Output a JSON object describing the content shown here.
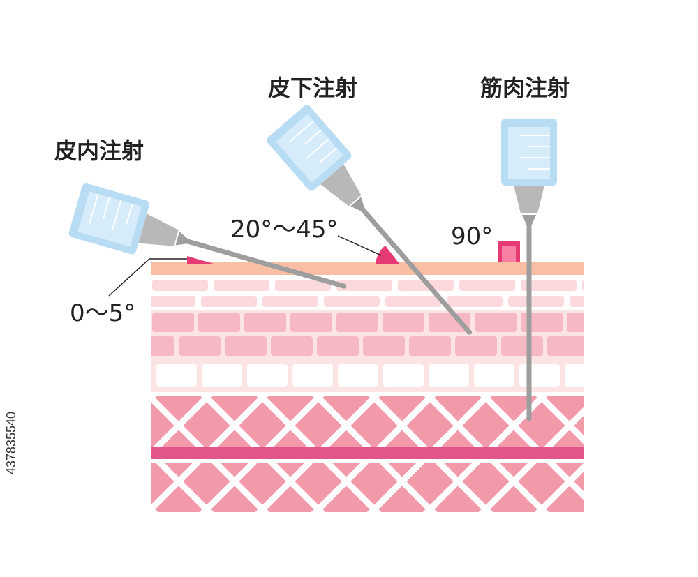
{
  "injections": [
    {
      "name": "皮内注射",
      "angle_label": "0〜5°"
    },
    {
      "name": "皮下注射",
      "angle_label": "20°〜45°"
    },
    {
      "name": "筋肉注射",
      "angle_label": "90°"
    }
  ],
  "stock_id": "437835540",
  "colors": {
    "epidermis_top": "#f9bfa4",
    "dermis_cells": "#fcd9dd",
    "dermis_mid": "#f6b9c3",
    "fat_border": "#fde4e4",
    "muscle": "#f29aaa",
    "fascia": "#e1558a",
    "angle_mark": "#e63a74",
    "barrel": "#b9dcf5",
    "hub": "#b8b8b8",
    "needle": "#9e9e9e"
  }
}
